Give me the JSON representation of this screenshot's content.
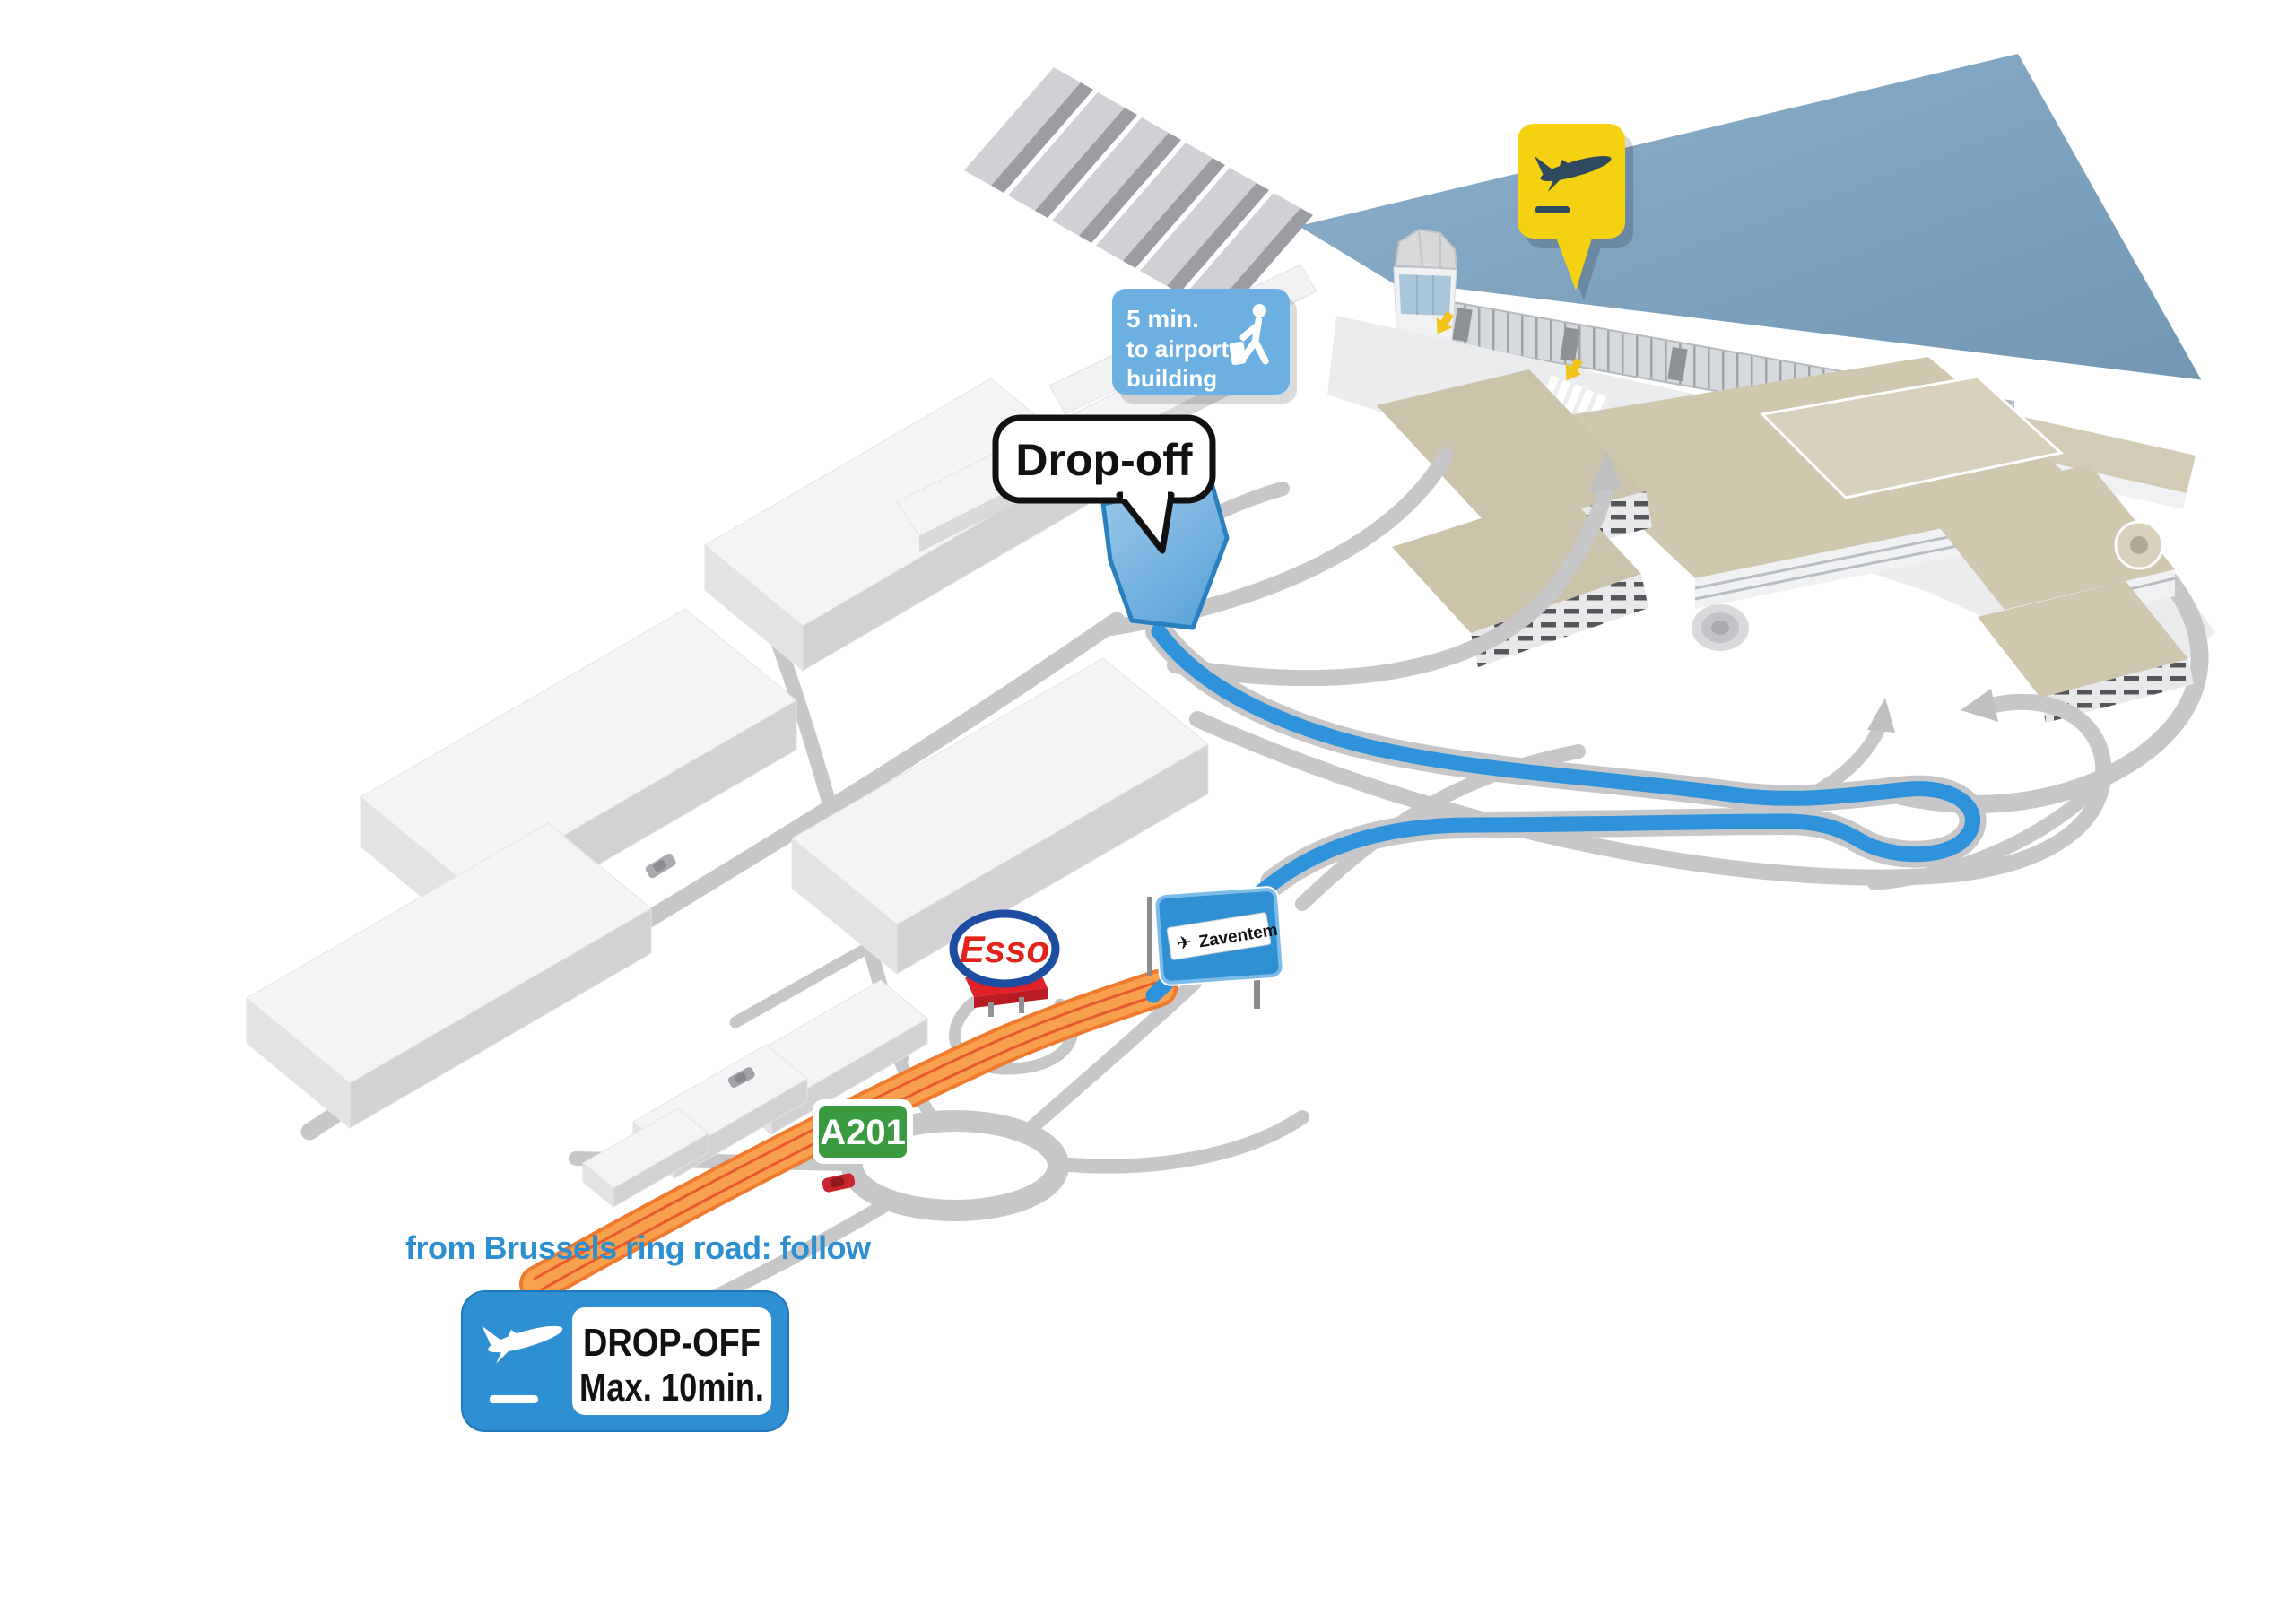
{
  "callouts": {
    "walk_time": {
      "line1": "5 min.",
      "line2": "to airport",
      "line3": "building"
    },
    "drop_off": {
      "label": "Drop-off"
    },
    "departures_bubble": {
      "icon": "airplane-takeoff-icon"
    }
  },
  "signs": {
    "motorway": {
      "label": "A201"
    },
    "direction": {
      "destination": "Zaventem",
      "plane_glyph": "✈"
    },
    "fuel_station": {
      "brand": "Esso"
    },
    "drop_off_rule": {
      "line1": "DROP-OFF",
      "line2": "Max. 10min."
    }
  },
  "instruction": {
    "text": "from Brussels ring road: follow"
  },
  "colors": {
    "route_blue": "#2e93db",
    "drop_zone_blue": "#8ec1e8",
    "highway_orange": "#f9a04c",
    "highway_edge_orange": "#ef7a2e",
    "terminal_roof_blue": "#7fa5c2",
    "callout_blue": "#6cb0e2",
    "sign_blue": "#2e8fd2",
    "departures_yellow": "#f5d211",
    "plane_dark": "#2f4a5e",
    "motorway_green": "#3a9a40",
    "esso_red": "#e2231a",
    "esso_blue": "#1c4da1",
    "road_gray": "#c7c7c9",
    "building_beige": "#cfc8af"
  }
}
